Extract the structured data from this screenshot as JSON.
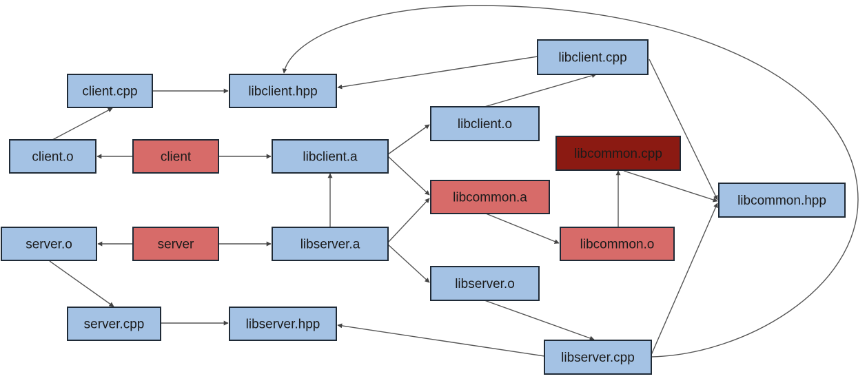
{
  "diagram": {
    "title": "",
    "colors": {
      "source": "#a4c2e4",
      "target": "#d76b69",
      "modified": "#8b1a12",
      "border": "#1f2a36",
      "edge": "#555555",
      "text": "#1a1a1a"
    },
    "nodes": [
      {
        "id": "client_cpp",
        "label": "client.cpp",
        "kind": "source"
      },
      {
        "id": "libclient_hpp",
        "label": "libclient.hpp",
        "kind": "source"
      },
      {
        "id": "libclient_cpp",
        "label": "libclient.cpp",
        "kind": "source"
      },
      {
        "id": "client_o",
        "label": "client.o",
        "kind": "source"
      },
      {
        "id": "client",
        "label": "client",
        "kind": "target"
      },
      {
        "id": "libclient_a",
        "label": "libclient.a",
        "kind": "source"
      },
      {
        "id": "libclient_o",
        "label": "libclient.o",
        "kind": "source"
      },
      {
        "id": "libcommon_cpp",
        "label": "libcommon.cpp",
        "kind": "modified"
      },
      {
        "id": "libcommon_a",
        "label": "libcommon.a",
        "kind": "target"
      },
      {
        "id": "libcommon_hpp",
        "label": "libcommon.hpp",
        "kind": "source"
      },
      {
        "id": "server_o",
        "label": "server.o",
        "kind": "source"
      },
      {
        "id": "server",
        "label": "server",
        "kind": "target"
      },
      {
        "id": "libserver_a",
        "label": "libserver.a",
        "kind": "source"
      },
      {
        "id": "libcommon_o",
        "label": "libcommon.o",
        "kind": "target"
      },
      {
        "id": "libserver_o",
        "label": "libserver.o",
        "kind": "source"
      },
      {
        "id": "server_cpp",
        "label": "server.cpp",
        "kind": "source"
      },
      {
        "id": "libserver_hpp",
        "label": "libserver.hpp",
        "kind": "source"
      },
      {
        "id": "libserver_cpp",
        "label": "libserver.cpp",
        "kind": "source"
      }
    ],
    "edges": [
      {
        "from": "client",
        "to": "client_o"
      },
      {
        "from": "client",
        "to": "libclient_a"
      },
      {
        "from": "client_o",
        "to": "client_cpp"
      },
      {
        "from": "client_cpp",
        "to": "libclient_hpp"
      },
      {
        "from": "libclient_cpp",
        "to": "libclient_hpp"
      },
      {
        "from": "libclient_cpp",
        "to": "libcommon_hpp"
      },
      {
        "from": "libclient_o",
        "to": "libclient_cpp"
      },
      {
        "from": "libclient_a",
        "to": "libclient_o"
      },
      {
        "from": "libclient_a",
        "to": "libcommon_a"
      },
      {
        "from": "libserver_a",
        "to": "libclient_a"
      },
      {
        "from": "libserver_a",
        "to": "libcommon_a"
      },
      {
        "from": "libserver_a",
        "to": "libserver_o"
      },
      {
        "from": "libcommon_a",
        "to": "libcommon_o"
      },
      {
        "from": "libcommon_o",
        "to": "libcommon_cpp"
      },
      {
        "from": "libcommon_cpp",
        "to": "libcommon_hpp"
      },
      {
        "from": "server",
        "to": "server_o"
      },
      {
        "from": "server",
        "to": "libserver_a"
      },
      {
        "from": "server_o",
        "to": "server_cpp"
      },
      {
        "from": "server_cpp",
        "to": "libserver_hpp"
      },
      {
        "from": "libserver_o",
        "to": "libserver_cpp"
      },
      {
        "from": "libserver_cpp",
        "to": "libserver_hpp"
      },
      {
        "from": "libserver_cpp",
        "to": "libcommon_hpp"
      },
      {
        "from": "libserver_cpp",
        "to": "libclient_hpp"
      }
    ]
  }
}
